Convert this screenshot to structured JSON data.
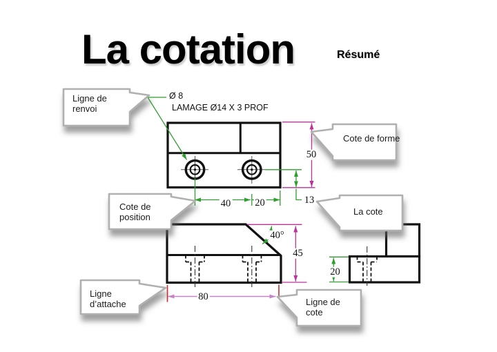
{
  "slide": {
    "title": "La cotation",
    "subtitle": "Résumé"
  },
  "annotations": {
    "hole_diameter": "Ø 8",
    "counterbore": "LAMAGE Ø14 X 3 PROF"
  },
  "callouts": {
    "ligne_de_renvoi": {
      "lines": [
        "Ligne de",
        "renvoi"
      ]
    },
    "cote_de_forme": {
      "lines": [
        "Cote de forme"
      ]
    },
    "cote_de_position": {
      "lines": [
        "Cote de",
        "position"
      ]
    },
    "la_cote": {
      "lines": [
        "La cote"
      ]
    },
    "ligne_d_attache": {
      "lines": [
        "Ligne",
        "d’attache"
      ]
    },
    "ligne_de_cote": {
      "lines": [
        "Ligne de",
        "cote"
      ]
    }
  },
  "dimensions": {
    "hole_spacing": "40",
    "hole_to_edge": "20",
    "hole_offset": "13",
    "depth_total": "50",
    "height_total": "45",
    "chamfer_angle": "40°",
    "base_height": "20",
    "width_total": "80"
  },
  "colors": {
    "dimension_green": "#2f9e2f",
    "dimension_magenta": "#bb3399",
    "dimension_violet": "#c884c8",
    "attach_line_red": "#cc2b2b",
    "outline_black": "#111111",
    "callout_border_gray": "#b0b0b0"
  }
}
